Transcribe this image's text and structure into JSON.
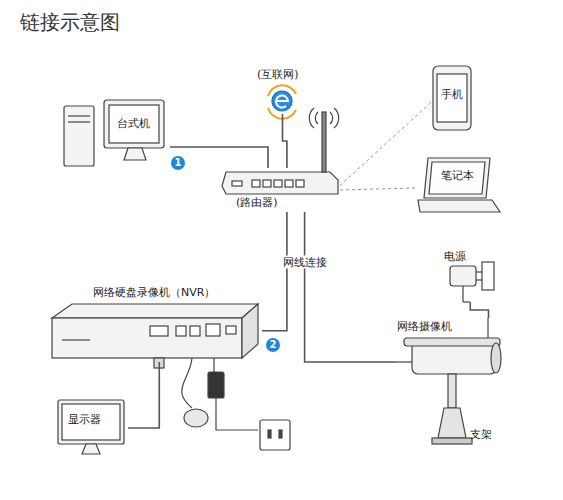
{
  "diagram": {
    "title": "链接示意图",
    "nodes": [
      {
        "text": [
          "(互联网)"
        ]
      },
      {
        "text": [
          "台式机"
        ]
      },
      {
        "text": [
          "手机"
        ]
      },
      {
        "text": [
          "笔记本"
        ]
      },
      {
        "text": [
          "(路由器)"
        ]
      },
      {
        "text": [
          "网络硬盘录像机（NVR）"
        ]
      },
      {
        "text": [
          "显示器"
        ]
      },
      {
        "text": [
          "电源"
        ]
      },
      {
        "text": [
          "网络摄像机"
        ]
      }
    ],
    "edges": [
      {
        "from": 1,
        "to": 4,
        "arrow": "none"
      },
      {
        "from": 0,
        "to": 4,
        "arrow": "none"
      },
      {
        "from": 4,
        "to": 2,
        "arrow": "none"
      },
      {
        "from": 4,
        "to": 3,
        "arrow": "none"
      },
      {
        "from": 4,
        "to": 5,
        "arrow": "none"
      },
      {
        "from": 4,
        "to": 8,
        "label": "网线连接",
        "arrow": "none"
      },
      {
        "from": 7,
        "to": 8,
        "arrow": "none"
      },
      {
        "from": 5,
        "to": 6,
        "arrow": "none"
      }
    ],
    "labels": [
      "1",
      "2",
      "支架"
    ]
  }
}
